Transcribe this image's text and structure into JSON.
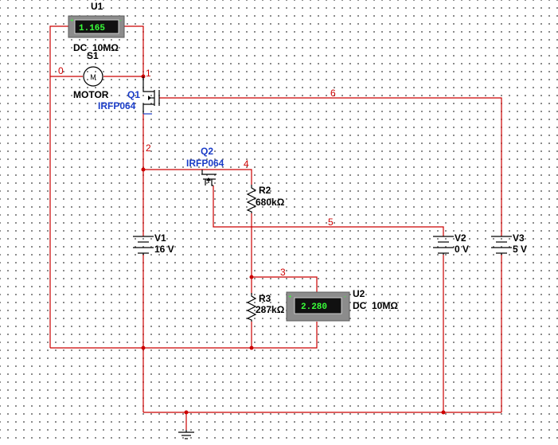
{
  "diagram": {
    "wire_color": "#cc0000",
    "label_color_blue": "#1a3cc8",
    "nets": {
      "n0": "0",
      "n1": "1",
      "n2": "2",
      "n3": "3",
      "n4": "4",
      "n5": "5",
      "n6": "6"
    },
    "u1": {
      "ref": "U1",
      "reading": "1.165",
      "mode": "DC  10MΩ"
    },
    "u2": {
      "ref": "U2",
      "reading": "2.280",
      "mode": "DC  10MΩ"
    },
    "s1": {
      "ref": "S1",
      "label": "MOTOR",
      "symbol": "M"
    },
    "q1": {
      "ref": "Q1",
      "model": "IRFP064"
    },
    "q2": {
      "ref": "Q2",
      "model": "IRFP064"
    },
    "r2": {
      "ref": "R2",
      "value": "680kΩ"
    },
    "r3": {
      "ref": "R3",
      "value": "287kΩ"
    },
    "v1": {
      "ref": "V1",
      "value": "16 V"
    },
    "v2": {
      "ref": "V2",
      "value": "0 V"
    },
    "v3": {
      "ref": "V3",
      "value": "5 V"
    }
  }
}
